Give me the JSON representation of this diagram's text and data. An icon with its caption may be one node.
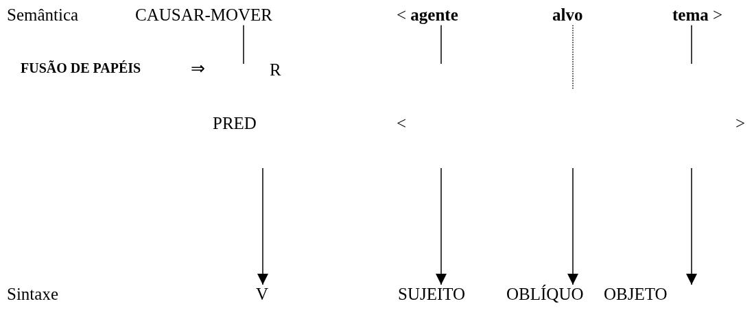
{
  "diagram": {
    "nodes": [
      {
        "text": [
          "CAUSAR-MOVER"
        ]
      },
      {
        "text": [
          "< **agente**"
        ]
      },
      {
        "text": [
          "alvo"
        ]
      },
      {
        "text": [
          "**tema** >"
        ]
      },
      {
        "text": [
          "V"
        ]
      },
      {
        "text": [
          "SUJEITO"
        ]
      },
      {
        "text": [
          "OBLÍQUO"
        ]
      },
      {
        "text": [
          "OBJETO"
        ]
      }
    ],
    "edges": [
      {
        "from": 0,
        "to": null,
        "arrow": "none"
      },
      {
        "from": 1,
        "to": null,
        "arrow": "none"
      },
      {
        "from": 2,
        "to": null,
        "arrow": "none",
        "style": "dashed"
      },
      {
        "from": 3,
        "to": null,
        "arrow": "none"
      },
      {
        "from": null,
        "to": 4,
        "arrow": "to"
      },
      {
        "from": null,
        "to": 5,
        "arrow": "to"
      },
      {
        "from": null,
        "to": 6,
        "arrow": "to"
      },
      {
        "from": null,
        "to": 7,
        "arrow": "to"
      }
    ],
    "labels": [
      "Semântica",
      "FUSÃO DE PAPÉIS",
      "⇒",
      "R",
      "PRED",
      "<",
      ">",
      "Sintaxe"
    ]
  }
}
